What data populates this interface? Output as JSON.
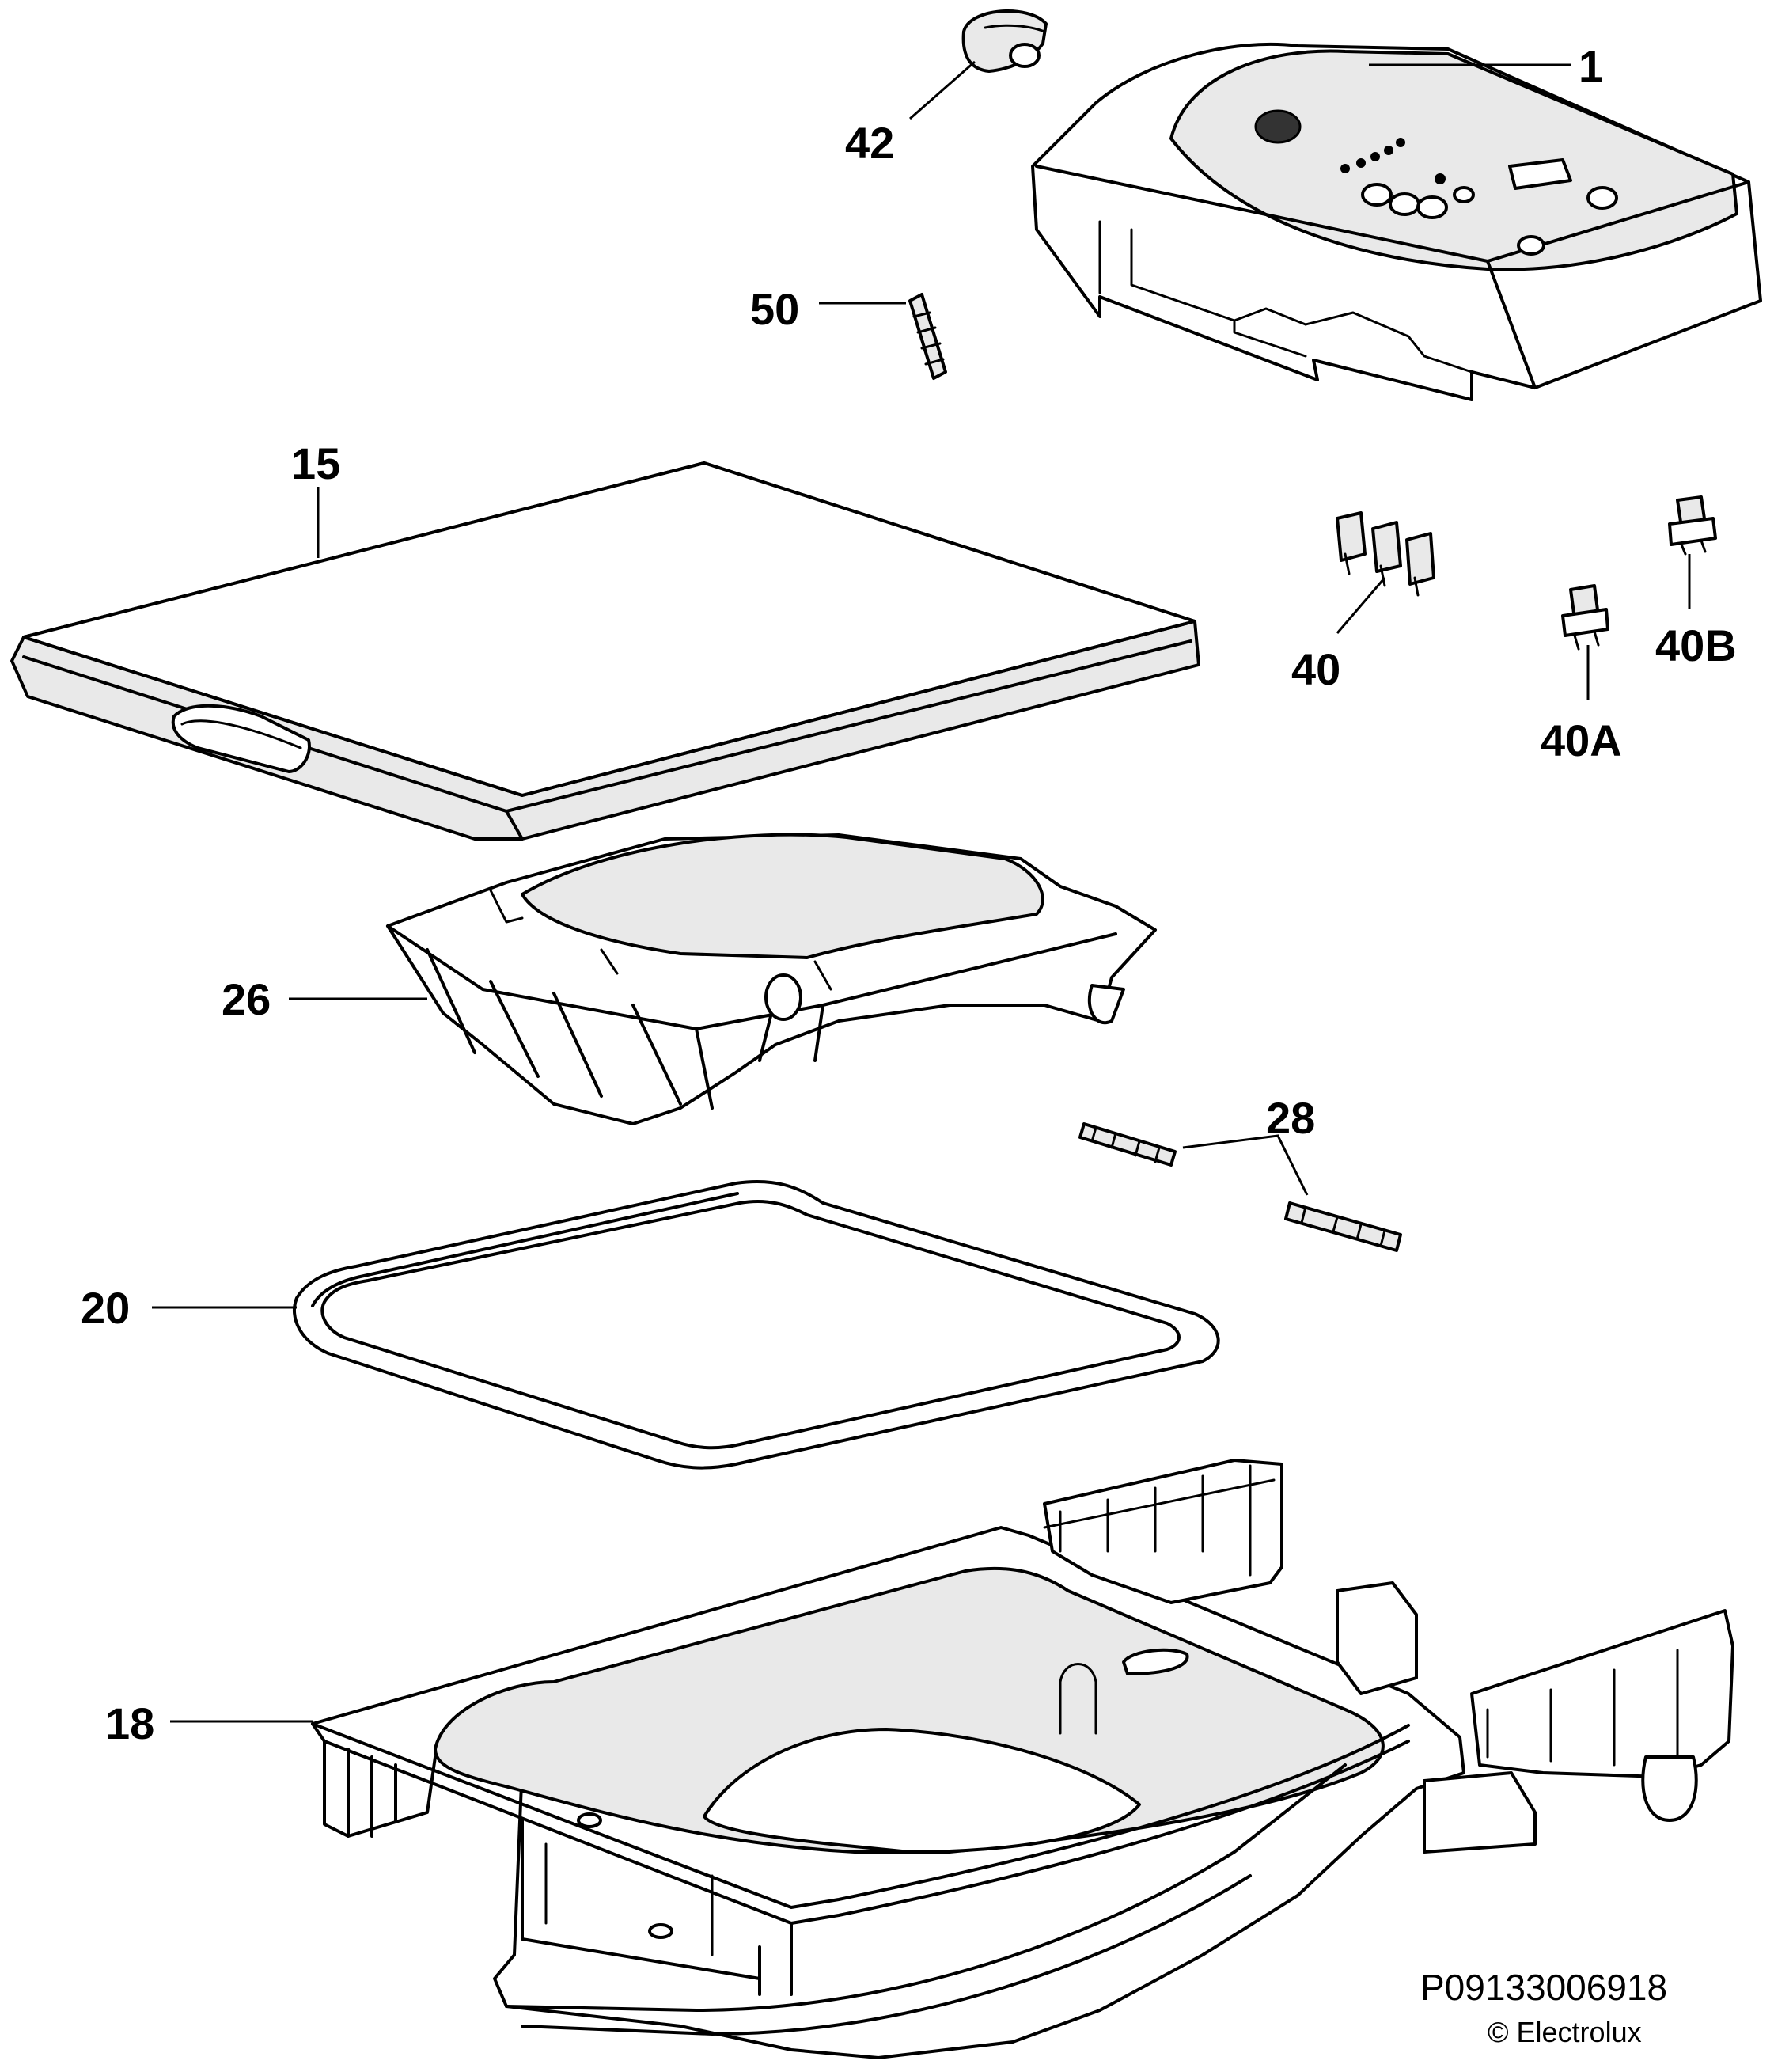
{
  "labels": {
    "p1": "1",
    "p42": "42",
    "p50": "50",
    "p15": "15",
    "p40": "40",
    "p40a": "40A",
    "p40b": "40B",
    "p26": "26",
    "p28": "28",
    "p20": "20",
    "p18": "18"
  },
  "footer": {
    "code": "P09133006918",
    "copyright": "© Electrolux"
  }
}
